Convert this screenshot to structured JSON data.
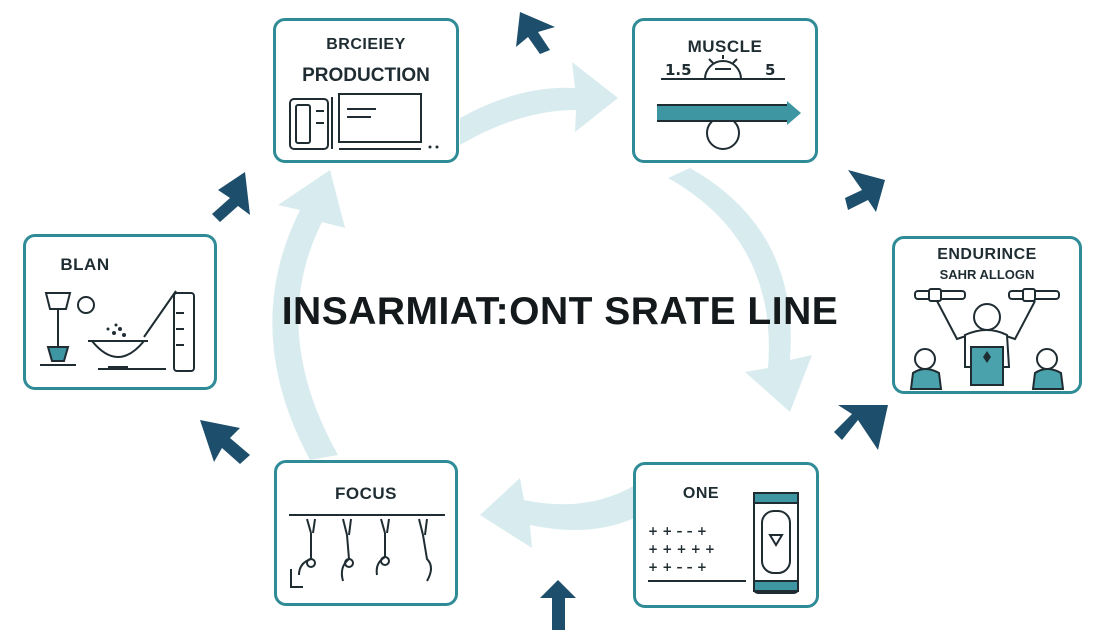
{
  "center_title": "INSARMIAT:ONT SRATE LINE",
  "colors": {
    "card_border": "#2f8c96",
    "cycle_arrow": "#d8ecef",
    "pointer_arrow": "#1d4e6b",
    "ink": "#1f2d33"
  },
  "cards": {
    "production": {
      "title": "BRCIEIEY",
      "subtitle": "PRODUCTION",
      "icon": "machine-panel-icon"
    },
    "muscle": {
      "title": "MUSCLE",
      "gauge_left": "1.5",
      "gauge_right": "5",
      "icon": "gauge-bar-icon"
    },
    "endurance": {
      "title": "ENDURINCE",
      "subtitle": "SAHR ALLOGN",
      "icon": "weightlifter-icon"
    },
    "one": {
      "title": "ONE",
      "icon": "grid-device-icon"
    },
    "focus": {
      "title": "FOCUS",
      "icon": "hanging-stems-icon"
    },
    "blan": {
      "title": "BLAN",
      "icon": "lab-bowl-icon"
    }
  }
}
